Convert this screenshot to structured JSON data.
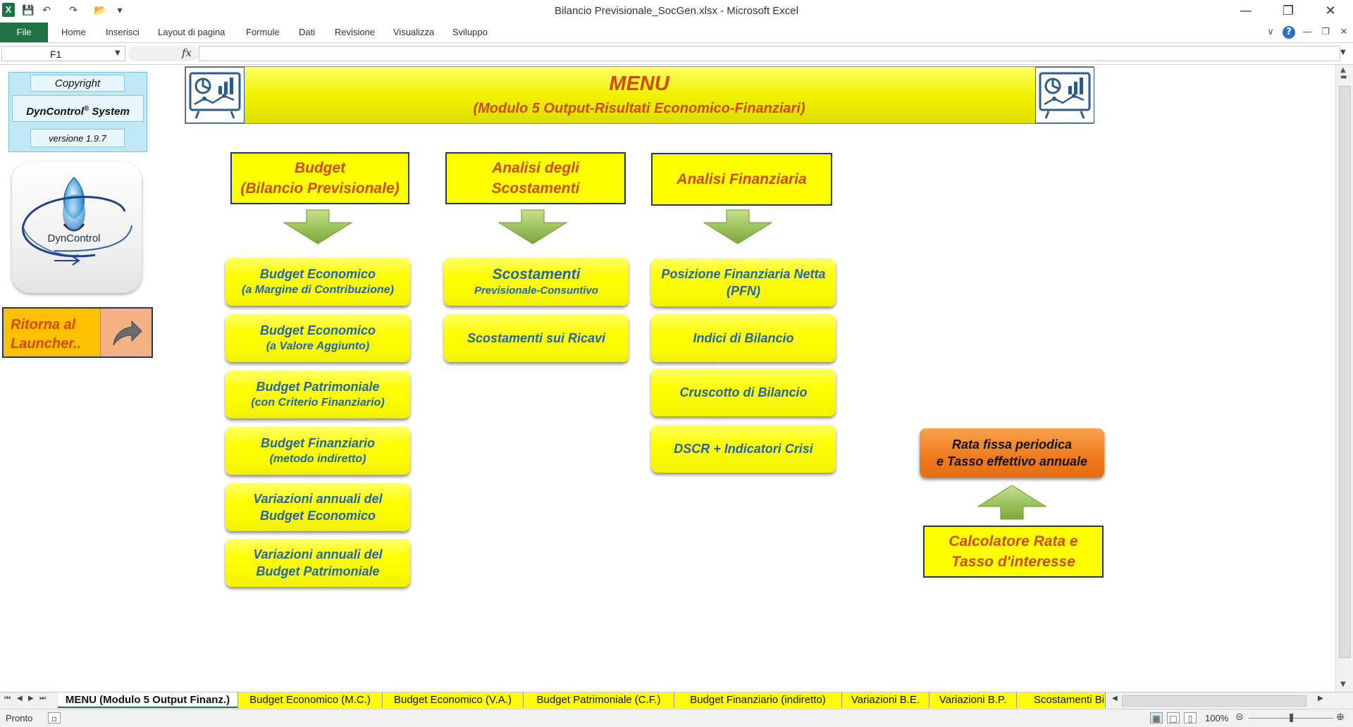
{
  "window": {
    "title": "Bilancio Previsionale_SocGen.xlsx  -  Microsoft Excel",
    "app_icon": "X",
    "controls": {
      "minimize": "—",
      "restore": "❐",
      "close": "✕"
    }
  },
  "qat": {
    "save": "💾",
    "undo": "↶",
    "redo": "↷",
    "open": "📂",
    "customize": "▾"
  },
  "ribbon": {
    "file": "File",
    "tabs": [
      "Home",
      "Inserisci",
      "Layout di pagina",
      "Formule",
      "Dati",
      "Revisione",
      "Visualizza",
      "Sviluppo"
    ],
    "right_icons": {
      "collapse": "∨",
      "help": "?",
      "min": "—",
      "restore": "❐",
      "close": "✕"
    }
  },
  "formula_bar": {
    "name_box": "F1",
    "fx": "fx",
    "formula": ""
  },
  "copyright": {
    "copyright": "Copyright",
    "system_name": "DynControl",
    "system_reg": "®",
    "system_word": "System",
    "version": "versione 1.9.7"
  },
  "logo": {
    "label": "DynControl"
  },
  "launcher": {
    "line1": "Ritorna al",
    "line2": "Launcher.."
  },
  "banner": {
    "title": "MENU",
    "subtitle": "(Modulo 5 Output-Risultati Economico-Finanziari)"
  },
  "columns": {
    "budget": {
      "header_l1": "Budget",
      "header_l2": "(Bilancio Previsionale)",
      "buttons": [
        {
          "l1": "Budget Economico",
          "l2": "(a Margine di Contribuzione)"
        },
        {
          "l1": "Budget Economico",
          "l2": "(a Valore Aggiunto)"
        },
        {
          "l1": "Budget Patrimoniale",
          "l2": "(con Criterio  Finanziario)"
        },
        {
          "l1": "Budget Finanziario",
          "l2": "(metodo indiretto)"
        },
        {
          "l1": "Variazioni annuali del",
          "l2": "Budget Economico"
        },
        {
          "l1": "Variazioni annuali del",
          "l2": "Budget Patrimoniale"
        }
      ]
    },
    "scostamenti": {
      "header_l1": "Analisi degli",
      "header_l2": "Scostamenti",
      "buttons": [
        {
          "l1": "Scostamenti",
          "l2": "Previsionale-Consuntivo"
        },
        {
          "l1": "Scostamenti sui Ricavi"
        }
      ]
    },
    "finanziaria": {
      "header_l1": "Analisi Finanziaria",
      "buttons": [
        {
          "l1": "Posizione Finanziaria Netta",
          "l2": "(PFN)"
        },
        {
          "l1": "Indici di Bilancio"
        },
        {
          "l1": "Cruscotto di Bilancio"
        },
        {
          "l1": "DSCR + Indicatori Crisi"
        }
      ]
    }
  },
  "calculator": {
    "button_l1": "Rata fissa periodica",
    "button_l2": "e Tasso effettivo annuale",
    "header_l1": "Calcolatore Rata e",
    "header_l2": "Tasso d'interesse"
  },
  "sheet_tabs": [
    "MENU (Modulo 5 Output Finanz.)",
    "Budget Economico (M.C.)",
    "Budget Economico (V.A.)",
    "Budget Patrimoniale (C.F.)",
    "Budget Finanziario (indiretto)",
    "Variazioni B.E.",
    "Variazioni B.P.",
    "Scostamenti Bi"
  ],
  "tab_nav": {
    "first": "⏮",
    "prev": "◀",
    "next": "▶",
    "last": "⏭"
  },
  "status": {
    "text": "Pronto",
    "zoom": "100%",
    "zoom_fraction": 0.5
  },
  "colors": {
    "accent_green": "#217346",
    "button_yellow": "#ffff00",
    "label_orange": "#d04a02",
    "label_blue": "#2266a8",
    "header_border": "#1f3864"
  }
}
